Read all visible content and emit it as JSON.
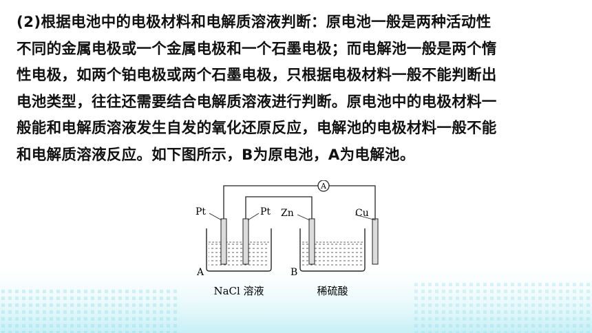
{
  "paragraph": {
    "lines": [
      "(2)根据电池中的电极材料和电解质溶液判断：原电池一般是两种活动性",
      "不同的金属电极或一个金属电极和一个石墨电极；而电解池一般是两个惰",
      "性电极，如两个铂电极或两个石墨电极，只根据电极材料一般不能判断出",
      "电池类型，往往还需要结合电解质溶液进行判断。原电池中的电极材料一",
      "般能和电解质溶液发生自发的氧化还原反应，电解池的电极材料一般不能",
      "和电解质溶液反应。如下图所示，B为原电池，A为电解池。"
    ]
  },
  "figure": {
    "ammeter": "A",
    "cell_a": {
      "label": "A",
      "electrode_left": "Pt",
      "electrode_right": "Pt",
      "solution": "NaCl 溶液"
    },
    "cell_b": {
      "label": "B",
      "electrode_left": "Zn",
      "electrode_right": "Cu",
      "solution": "稀硫酸"
    }
  },
  "colors": {
    "text": "#111111",
    "deco": "#7fd8e6"
  }
}
